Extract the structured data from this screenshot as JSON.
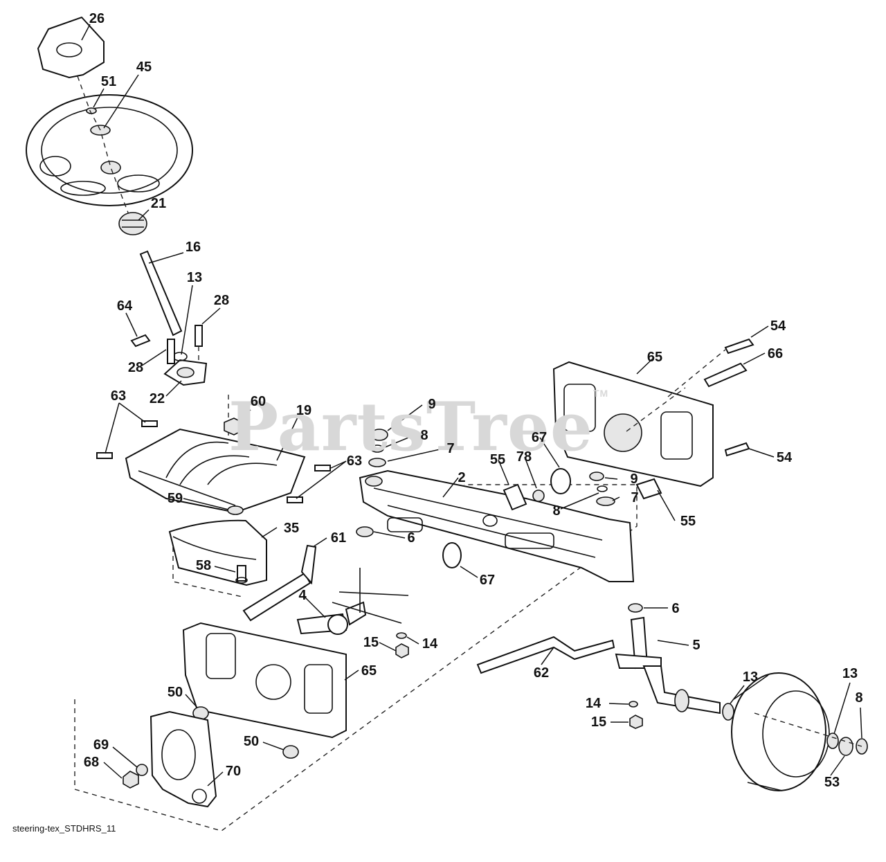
{
  "watermark": {
    "text": "PartsTree",
    "mark": "TM"
  },
  "caption": "steering-tex_STDHRS_11",
  "callouts": [
    {
      "id": "c26",
      "label": "26"
    },
    {
      "id": "c51",
      "label": "51"
    },
    {
      "id": "c45",
      "label": "45"
    },
    {
      "id": "c21",
      "label": "21"
    },
    {
      "id": "c16",
      "label": "16"
    },
    {
      "id": "c13a",
      "label": "13"
    },
    {
      "id": "c28a",
      "label": "28"
    },
    {
      "id": "c64",
      "label": "64"
    },
    {
      "id": "c28b",
      "label": "28"
    },
    {
      "id": "c22",
      "label": "22"
    },
    {
      "id": "c63a",
      "label": "63"
    },
    {
      "id": "c60",
      "label": "60"
    },
    {
      "id": "c19",
      "label": "19"
    },
    {
      "id": "c63b",
      "label": "63"
    },
    {
      "id": "c59",
      "label": "59"
    },
    {
      "id": "c35",
      "label": "35"
    },
    {
      "id": "c58",
      "label": "58"
    },
    {
      "id": "c61",
      "label": "61"
    },
    {
      "id": "c9a",
      "label": "9"
    },
    {
      "id": "c8a",
      "label": "8"
    },
    {
      "id": "c7a",
      "label": "7"
    },
    {
      "id": "c2",
      "label": "2"
    },
    {
      "id": "c55a",
      "label": "55"
    },
    {
      "id": "c78",
      "label": "78"
    },
    {
      "id": "c67a",
      "label": "67"
    },
    {
      "id": "c65a",
      "label": "65"
    },
    {
      "id": "c54a",
      "label": "54"
    },
    {
      "id": "c66",
      "label": "66"
    },
    {
      "id": "c54b",
      "label": "54"
    },
    {
      "id": "c9b",
      "label": "9"
    },
    {
      "id": "c8b",
      "label": "8"
    },
    {
      "id": "c7b",
      "label": "7"
    },
    {
      "id": "c55b",
      "label": "55"
    },
    {
      "id": "c6a",
      "label": "6"
    },
    {
      "id": "c67b",
      "label": "67"
    },
    {
      "id": "c4",
      "label": "4"
    },
    {
      "id": "c15a",
      "label": "15"
    },
    {
      "id": "c14a",
      "label": "14"
    },
    {
      "id": "c65b",
      "label": "65"
    },
    {
      "id": "c62",
      "label": "62"
    },
    {
      "id": "c6b",
      "label": "6"
    },
    {
      "id": "c5",
      "label": "5"
    },
    {
      "id": "c13b",
      "label": "13"
    },
    {
      "id": "c13c",
      "label": "13"
    },
    {
      "id": "c8c",
      "label": "8"
    },
    {
      "id": "c14b",
      "label": "14"
    },
    {
      "id": "c15b",
      "label": "15"
    },
    {
      "id": "c50a",
      "label": "50"
    },
    {
      "id": "c50b",
      "label": "50"
    },
    {
      "id": "c69",
      "label": "69"
    },
    {
      "id": "c68",
      "label": "68"
    },
    {
      "id": "c70",
      "label": "70"
    },
    {
      "id": "c53",
      "label": "53"
    }
  ]
}
